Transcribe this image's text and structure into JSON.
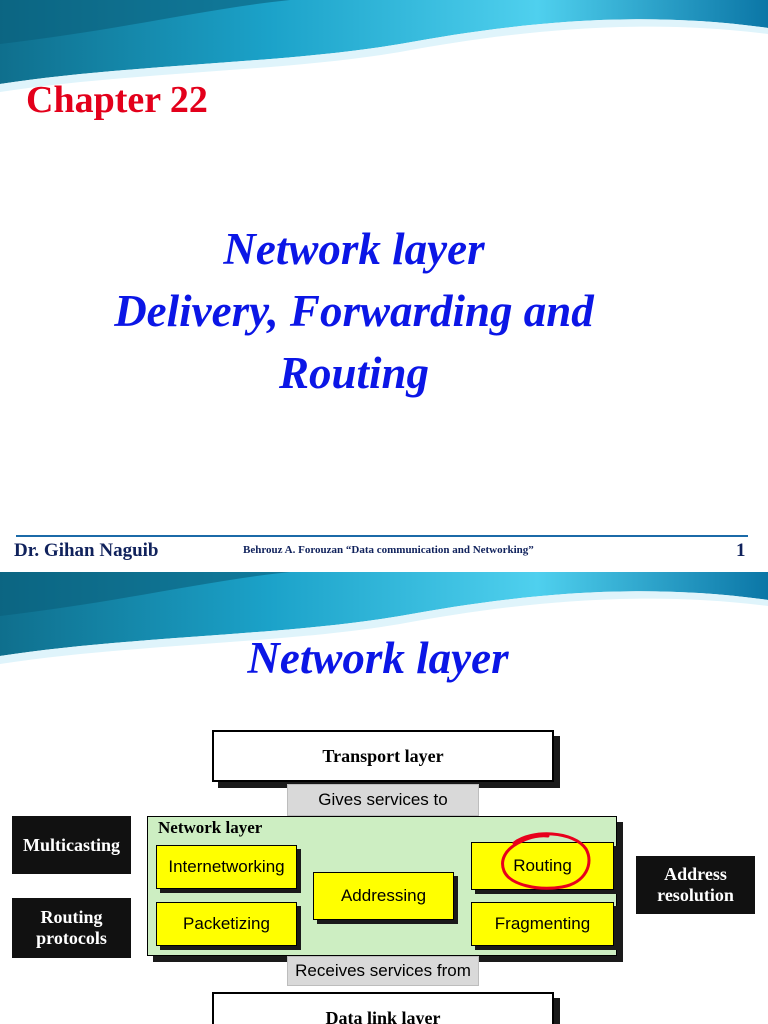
{
  "slide1": {
    "chapter": "Chapter 22",
    "title_lines": [
      "Network layer",
      "Delivery, Forwarding and",
      "Routing"
    ],
    "footer": {
      "author": "Dr. Gihan Naguib",
      "reference": "Behrouz A. Forouzan “Data communication and Networking”",
      "page_number": "1"
    }
  },
  "slide2": {
    "title": "Network layer",
    "diagram": {
      "top_layer": "Transport layer",
      "gives_label": "Gives services to",
      "network_label": "Network layer",
      "services": {
        "internetworking": "Internetworking",
        "packetizing": "Packetizing",
        "addressing": "Addressing",
        "routing": "Routing",
        "fragmenting": "Fragmenting"
      },
      "receives_label": "Receives services from",
      "bottom_layer": "Data link layer",
      "side_boxes": {
        "multicasting": "Multicasting",
        "routing_protocols": [
          "Routing",
          "protocols"
        ],
        "address_resolution": [
          "Address",
          "resolution"
        ]
      },
      "highlight": {
        "target": "Routing",
        "color": "#e8001c"
      }
    }
  },
  "colors": {
    "chapter_red": "#e3001b",
    "title_blue": "#0b16e6",
    "footer_navy": "#10225c",
    "service_yellow": "#ffff00",
    "network_green": "#cdeec2"
  }
}
